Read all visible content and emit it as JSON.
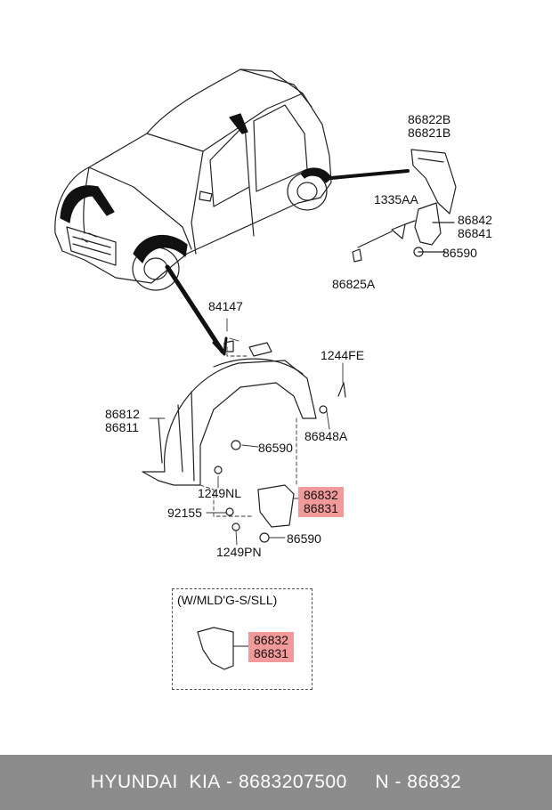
{
  "labels": {
    "p86822B": "86822B",
    "p86821B": "86821B",
    "p1335AA": "1335AA",
    "p86842": "86842",
    "p86841": "86841",
    "p86590a": "86590",
    "p86825A": "86825A",
    "p84147": "84147",
    "p1244FE": "1244FE",
    "p86812": "86812",
    "p86811": "86811",
    "p86590b": "86590",
    "p86848A": "86848A",
    "p1249NL": "1249NL",
    "p86832a": "86832",
    "p86831a": "86831",
    "p92155": "92155",
    "p86590c": "86590",
    "p1249PN": "1249PN",
    "variant_title": "(W/MLD'G-S/SLL)",
    "p86832b": "86832",
    "p86831b": "86831"
  },
  "footer": {
    "brand": "HYUNDAI  KIA",
    "separator1": " - ",
    "part_number": "8683207500",
    "gap": "     ",
    "short_code": "N - 86832"
  },
  "colors": {
    "highlight": "#f29a9a",
    "footer_bg": "#8c8c8c"
  }
}
